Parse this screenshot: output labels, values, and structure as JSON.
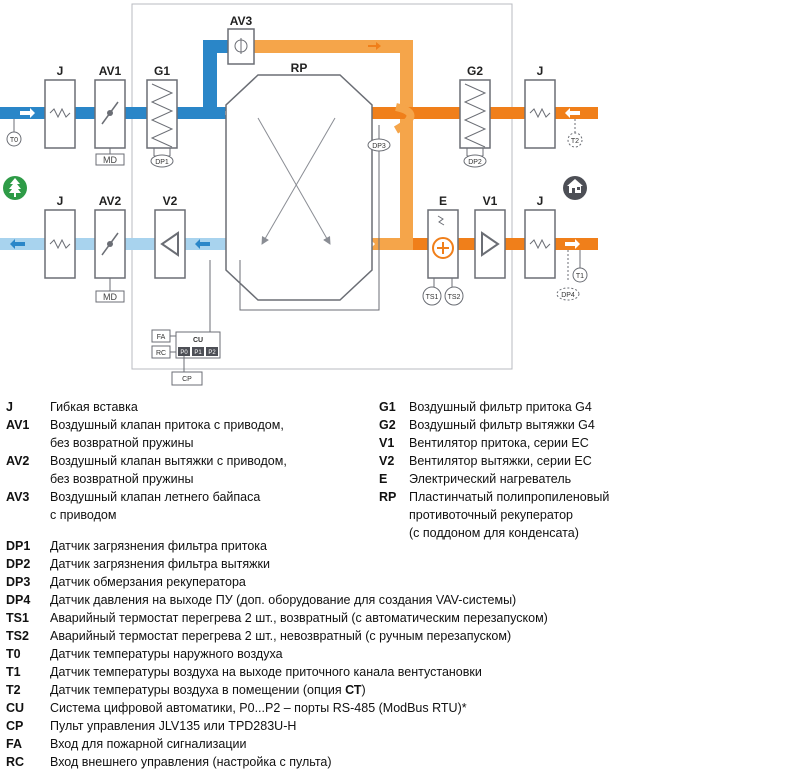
{
  "diagram": {
    "components": {
      "J1": "J",
      "AV1": "AV1",
      "G1": "G1",
      "AV3": "AV3",
      "RP": "RP",
      "G2": "G2",
      "J2": "J",
      "J3": "J",
      "AV2": "AV2",
      "V2": "V2",
      "E": "E",
      "V1": "V1",
      "J4": "J"
    },
    "sensors": {
      "T0": "T0",
      "T1": "T1",
      "T2": "T2",
      "DP1": "DP1",
      "DP2": "DP2",
      "DP3": "DP3",
      "DP4": "DP4",
      "TS1": "TS1",
      "TS2": "TS2",
      "MD1": "MD",
      "MD2": "MD"
    },
    "control": {
      "FA": "FA",
      "RC": "RC",
      "CU": "CU",
      "P0": "P0",
      "P1": "P1",
      "P2": "P2",
      "CP": "CP"
    },
    "colors": {
      "supply": "#2a86c8",
      "exhaust_light": "#a8d3ee",
      "warm": "#f5a54a",
      "hot": "#f07f1a",
      "box_stroke": "#6b6e75",
      "tree": "#2e9b47",
      "house": "#4d4f56"
    },
    "icons": [
      "tree-icon",
      "house-icon",
      "heater-plus-icon",
      "fan-triangle-icon",
      "damper-icon",
      "filter-icon",
      "flex-insert-icon"
    ]
  },
  "legend": {
    "left": [
      {
        "code": "J",
        "desc": "Гибкая вставка"
      },
      {
        "code": "AV1",
        "desc": "Воздушный клапан притока с приводом,\nбез возвратной пружины"
      },
      {
        "code": "AV2",
        "desc": "Воздушный клапан вытяжки с приводом,\nбез  возвратной пружины"
      },
      {
        "code": "AV3",
        "desc": "Воздушный клапан летнего байпаса\nс приводом"
      }
    ],
    "right": [
      {
        "code": "G1",
        "desc": "Воздушный фильтр притока G4"
      },
      {
        "code": "G2",
        "desc": "Воздушный фильтр вытяжки G4"
      },
      {
        "code": "V1",
        "desc": "Вентилятор притока, серии ЕС"
      },
      {
        "code": "V2",
        "desc": "Вентилятор вытяжки, серии ЕС"
      },
      {
        "code": "E",
        "desc": "Электрический нагреватель"
      },
      {
        "code": "RP",
        "desc": "Пластинчатый полипропиленовый\nпротивоточный рекуператор\n(с поддоном для конденсата)"
      }
    ],
    "bottom": [
      {
        "code": "DP1",
        "desc": "Датчик загрязнения фильтра притока"
      },
      {
        "code": "DP2",
        "desc": "Датчик загрязнения фильтра вытяжки"
      },
      {
        "code": "DP3",
        "desc": "Датчик обмерзания рекуператора"
      },
      {
        "code": "DP4",
        "desc": "Датчик давления на выходе ПУ (доп. оборудование для создания VAV-системы)"
      },
      {
        "code": "TS1",
        "desc": "Аварийный термостат перегрева 2 шт., возвратный (с автоматическим перезапуском)"
      },
      {
        "code": "TS2",
        "desc": "Аварийный термостат перегрева 2 шт., невозвратный (с ручным перезапуском)"
      },
      {
        "code": "T0",
        "desc": "Датчик температуры наружного воздуха"
      },
      {
        "code": "T1",
        "desc": "Датчик температуры воздуха на выходе приточного канала вентустановки"
      },
      {
        "code": "T2",
        "desc": "Датчик температуры воздуха в помещении (опция ",
        "bold": "СТ",
        "after": ")"
      },
      {
        "code": "CU",
        "desc": "Система цифровой автоматики, P0...P2 – порты RS-485 (ModBus RTU)*"
      },
      {
        "code": "CP",
        "desc": "Пульт управления JLV135 или TPD283U-H"
      },
      {
        "code": "FA",
        "desc": "Вход для пожарной сигнализации"
      },
      {
        "code": "RC",
        "desc": "Вход внешнего управления (настройка с пульта)"
      }
    ]
  }
}
